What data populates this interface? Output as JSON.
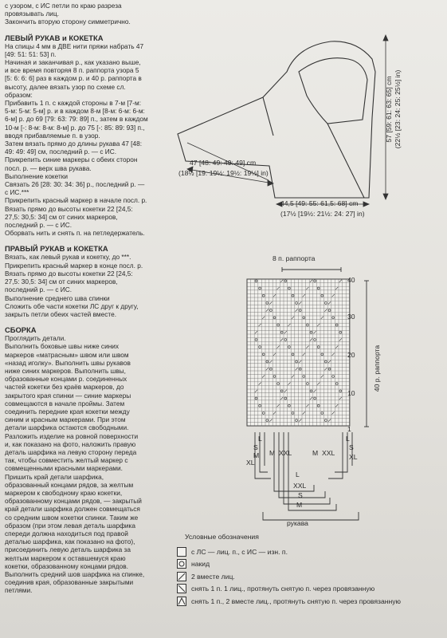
{
  "left_text": {
    "intro": [
      "с узором, с ИС петли по краю разреза",
      "провязывать лиц.",
      "Закончить вторую сторону симметрично."
    ],
    "left_sleeve": {
      "title": "ЛЕВЫЙ РУКАВ и КОКЕТКА",
      "lines": [
        "На спицы 4 мм в ДВЕ нити пряжи набрать 47",
        "[49: 51: 51: 53] п.",
        "Начиная и заканчивая р., как указано выше,",
        "и все время повторяя 8 п. раппорта узора 5",
        "[5: 6: 6: 6] раз в каждом р. и 40 р. раппорта в",
        "высоту, далее вязать узор по схеме сл.",
        "образом:",
        "Прибавить 1 п. с каждой стороны в 7-м [7-м:",
        "5-м: 5-м: 5-м] р. и в каждом 8-м [8-м: 6-м: 6-м:",
        "6-м] р. до 69 [79: 63: 79: 89] п., затем в каждом",
        "10-м [-: 8-м: 8-м: 8-м] р. до 75 [-: 85: 89: 93] п.,",
        "вводя прибавляемые п. в узор.",
        "Затем вязать прямо до длины рукава 47 [48:",
        "49: 49: 49] см, последний р. — с ИС.",
        "Прикрепить синие маркеры с обеих сторон",
        "посл. р. — верх шва рукава.",
        "Выполнение кокетки",
        "Связать 26 [28: 30: 34: 36] р., последний р. —",
        "с ИС.***",
        "Прикрепить красный маркер в начале посл. р.",
        "Вязать прямо до высоты кокетки 22 [24,5:",
        "27,5: 30,5: 34] см от синих маркеров,",
        "последний р. — с ИС.",
        "Оборвать нить и снять п. на петледержатель."
      ]
    },
    "right_sleeve": {
      "title": "ПРАВЫЙ РУКАВ и КОКЕТКА",
      "lines": [
        "Вязать, как левый рукав и кокетку, до ***.",
        "Прикрепить красный маркер в конце посл. р.",
        "Вязать прямо до высоты кокетки 22 [24,5:",
        "27,5: 30,5: 34] см от синих маркеров,",
        "последний р. — с ИС.",
        "Выполнение среднего шва спинки",
        "Сложить обе части кокетки ЛС друг к другу,",
        "закрыть петли обеих частей вместе."
      ]
    },
    "assembly": {
      "title": "СБОРКА",
      "lines": [
        "Проглядить детали.",
        "Выполнить боковые швы ниже синих",
        "маркеров «матрасным» швом или швом",
        "«назад иголку». Выполнить швы рукавов",
        "ниже синих маркеров. Выполнить швы,",
        "образованные концами р. соединенных",
        "частей кокетки без краёв маркеров, до",
        "закрытого края спинки — синие маркеры",
        "совмещаются в начале проймы. Затем",
        "соединить передние края кокетки между",
        "синим и красным маркерами. При этом",
        "детали шарфика остаются свободными.",
        "Разложить изделие на ровной поверхности",
        "и, как показано на фото, наложить правую",
        "деталь шарфика на левую сторону переда",
        "так, чтобы совместить желтый маркер с",
        "совмещенными красными маркерами.",
        "Пришить край детали шарфика,",
        "образованный концами рядов, за желтым",
        "маркером к свободному краю кокетки,",
        "образованному концами рядов, — закрытый",
        "край детали шарфика должен совмещаться",
        "со средним швом кокетки спинки. Таким же",
        "образом (при этом левая деталь шарфика",
        "спереди должна находиться под правой",
        "деталью шарфика, как показано на фото),",
        "присоединить левую деталь шарфика за",
        "желтым маркером к оставшемуся краю",
        "кокетки, образованному концами рядов.",
        "Выполнить средний шов шарфика на спинке,",
        "соединив края, образованные закрытыми",
        "петлями."
      ]
    }
  },
  "schematic": {
    "sleeve_length_cm": "47 [48: 49: 49: 49] cm",
    "sleeve_length_in": "(18½ [19: 19½: 19½: 19½] in)",
    "width_cm": "44,5 [49: 55: 61,5: 68] cm",
    "width_in": "(17½ [19½: 21½: 24: 27] in)",
    "height_cm": "57 [59: 61: 63: 65] cm",
    "height_in": "(22½ [23: 24: 25: 25½] in)"
  },
  "chart": {
    "repeat_top": "8 п. раппорта",
    "repeat_side": "40 р. раппорта",
    "row_marks": [
      "40",
      "30",
      "20",
      "10",
      "1"
    ],
    "size_left": [
      "L",
      "S",
      "M",
      "XL"
    ],
    "size_right": [
      "L",
      "S",
      "XL"
    ],
    "size_mid": [
      "M",
      "XXL",
      "M",
      "XXL"
    ],
    "bottom_brackets": [
      "L",
      "XXL",
      "S",
      "M"
    ],
    "sleeves_label": "рукава"
  },
  "legend": {
    "title": "Условные обозначения",
    "items": [
      "с ЛС — лиц. п., с ИС — изн. п.",
      "накид",
      "2 вместе лиц.",
      "снять 1 п. 1 лиц., протянуть снятую п. через провязанную",
      "снять 1 п., 2 вместе лиц., протянуть снятую п. через провязанную"
    ]
  }
}
